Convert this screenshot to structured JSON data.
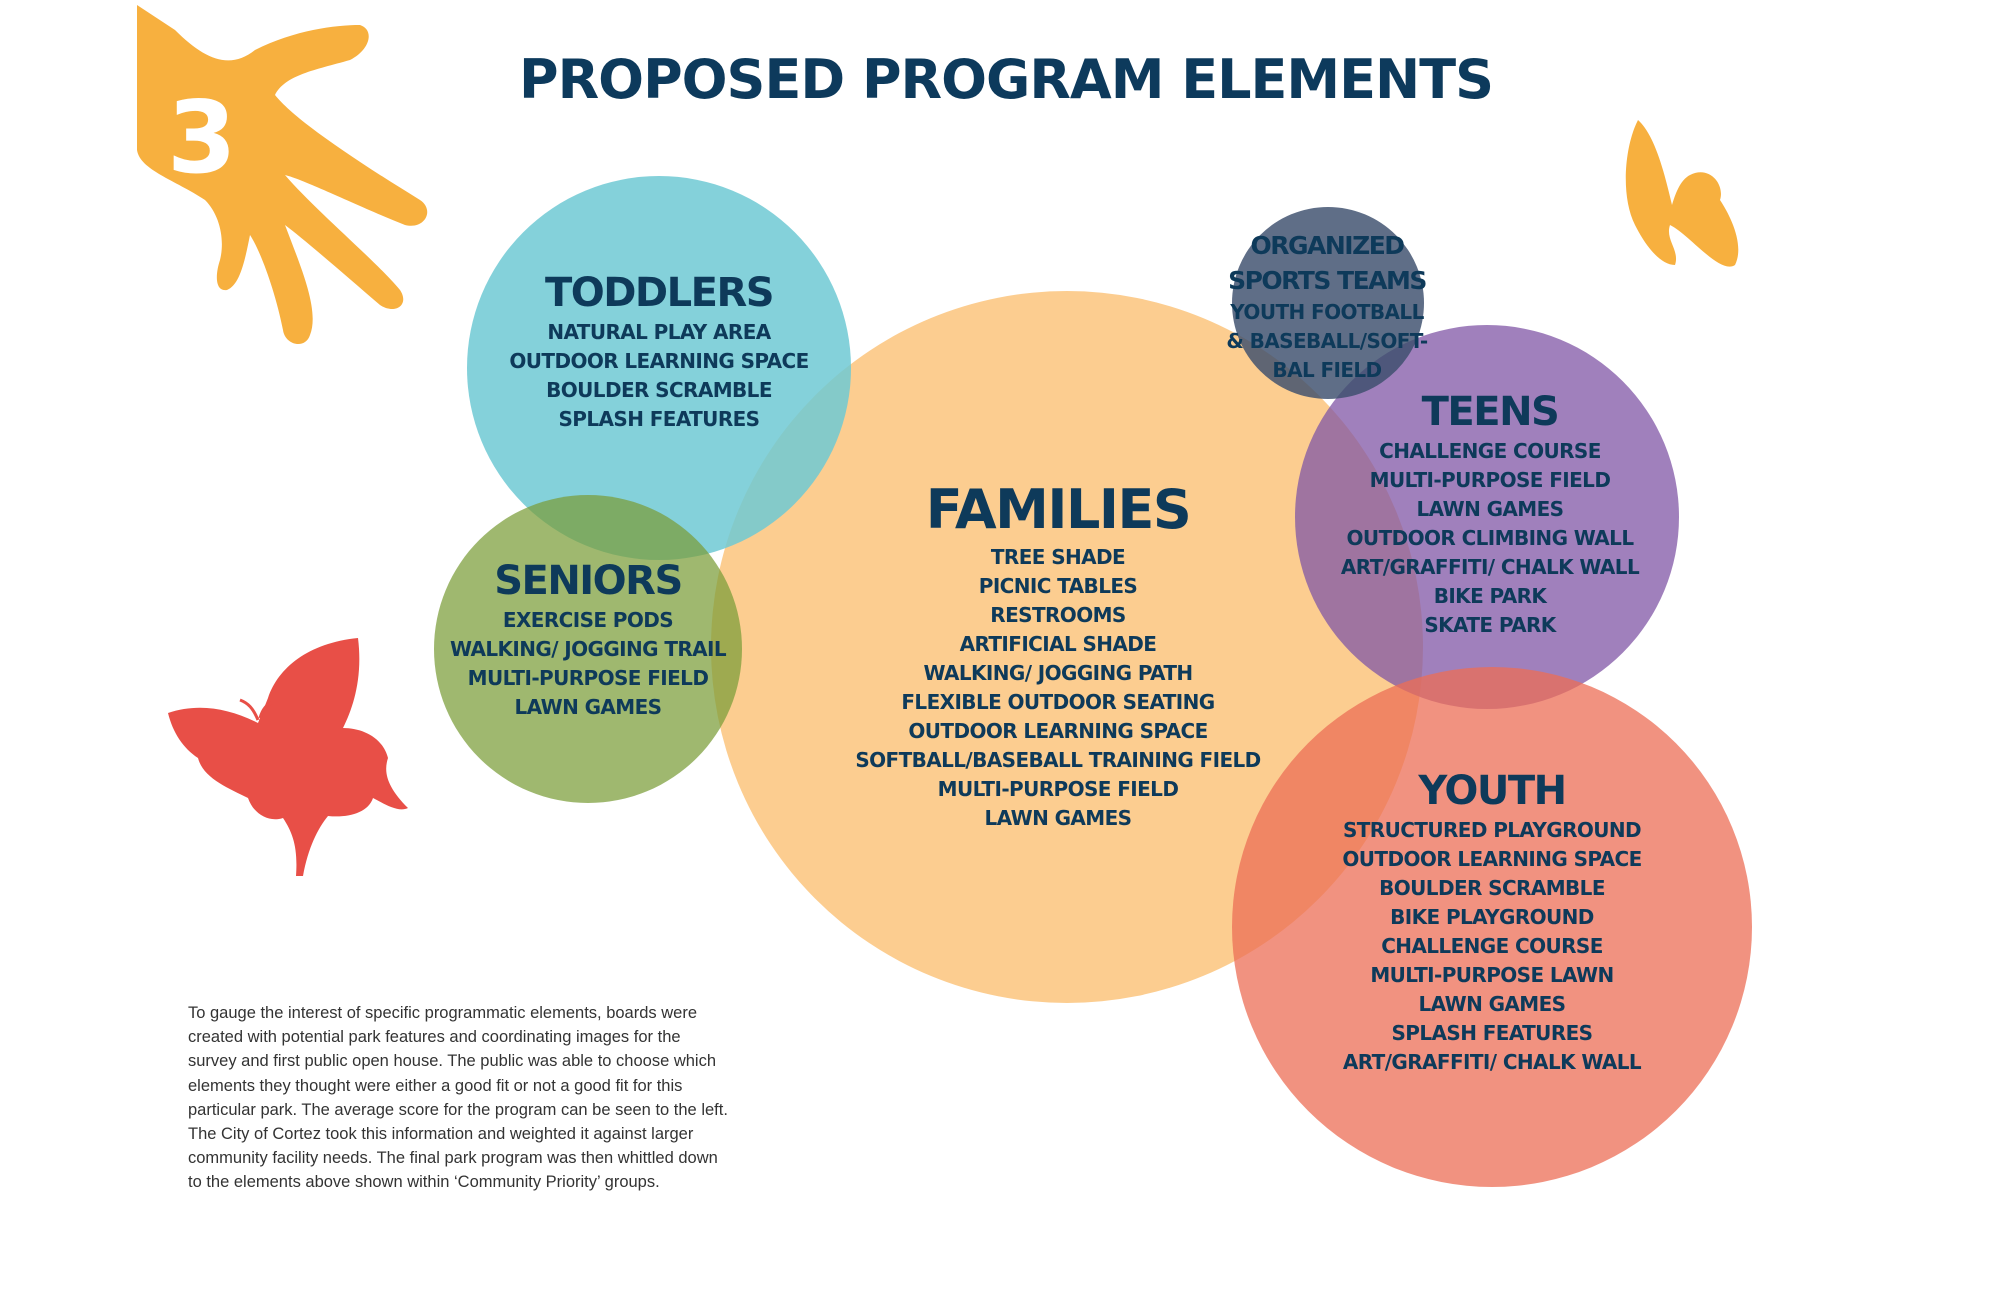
{
  "title": "PROPOSED PROGRAM ELEMENTS",
  "badge_number": "3",
  "colors": {
    "title": "#0d3a5c",
    "toddlers": "#7fd0d9",
    "seniors": "#8eaa4d",
    "families": "#fbc47c",
    "organized": "#4c5d7a",
    "teens": "#8d67ad",
    "youth": "#ee8670",
    "hand": "#f7b03f",
    "butterfly_orange": "#f7b03f",
    "butterfly_red": "#e84f47"
  },
  "groups": {
    "toddlers": {
      "heading": "TODDLERS",
      "items": [
        "NATURAL PLAY AREA",
        "OUTDOOR LEARNING SPACE",
        "BOULDER SCRAMBLE",
        "SPLASH FEATURES"
      ]
    },
    "seniors": {
      "heading": "SENIORS",
      "items": [
        "EXERCISE PODS",
        "WALKING/ JOGGING TRAIL",
        "MULTI-PURPOSE FIELD",
        "LAWN GAMES"
      ]
    },
    "families": {
      "heading": "FAMILIES",
      "items": [
        "TREE SHADE",
        "PICNIC TABLES",
        "RESTROOMS",
        "ARTIFICIAL SHADE",
        "WALKING/ JOGGING PATH",
        "FLEXIBLE OUTDOOR SEATING",
        "OUTDOOR LEARNING SPACE",
        "SOFTBALL/BASEBALL TRAINING FIELD",
        "MULTI-PURPOSE FIELD",
        "LAWN GAMES"
      ]
    },
    "organized": {
      "heading": "ORGANIZED\nSPORTS TEAMS",
      "items": [
        "YOUTH FOOTBALL",
        "& BASEBALL/SOFT-",
        "BAL FIELD"
      ]
    },
    "teens": {
      "heading": "TEENS",
      "items": [
        "CHALLENGE COURSE",
        "MULTI-PURPOSE FIELD",
        "LAWN GAMES",
        "OUTDOOR CLIMBING WALL",
        "ART/GRAFFITI/ CHALK WALL",
        "BIKE PARK",
        "SKATE PARK"
      ]
    },
    "youth": {
      "heading": "YOUTH",
      "items": [
        "STRUCTURED PLAYGROUND",
        "OUTDOOR LEARNING SPACE",
        "BOULDER SCRAMBLE",
        "BIKE PLAYGROUND",
        "CHALLENGE COURSE",
        "MULTI-PURPOSE LAWN",
        "LAWN GAMES",
        "SPLASH FEATURES",
        "ART/GRAFFITI/ CHALK WALL"
      ]
    }
  },
  "description": "To gauge the interest of specific programmatic elements, boards were\ncreated with potential park features and coordinating images for the\nsurvey and first public open house.  The public was able to choose which\nelements they thought were either a good fit or not a good fit for this\nparticular park.  The average score for the program can be seen to the left.\nThe City of Cortez took this information and weighted it against larger\ncommunity facility needs.  The final park program was then whittled down\nto the elements above shown within ‘Community Priority’ groups."
}
